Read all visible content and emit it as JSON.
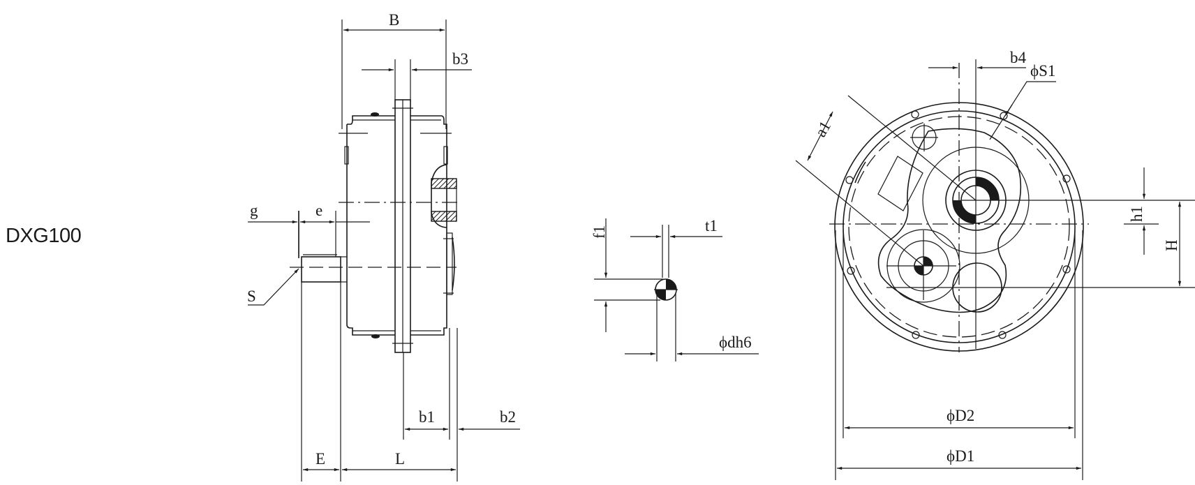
{
  "model": "DXG100",
  "views": {
    "side_view": {
      "dimensions": {
        "B": "B",
        "b3": "b3",
        "g": "g",
        "e": "e",
        "S": "S",
        "b1": "b1",
        "b2": "b2",
        "E": "E",
        "L": "L"
      }
    },
    "shaft_key_detail": {
      "dimensions": {
        "f1": "f1",
        "t1": "t1",
        "dh6": "ϕdh6"
      }
    },
    "front_view": {
      "dimensions": {
        "b4": "b4",
        "S1": "ϕS1",
        "a1": "a1",
        "h1": "h1",
        "H": "H",
        "D2": "ϕD2",
        "D1": "ϕD1"
      }
    }
  },
  "colors": {
    "line": "#1a1a1a",
    "background": "#ffffff"
  }
}
